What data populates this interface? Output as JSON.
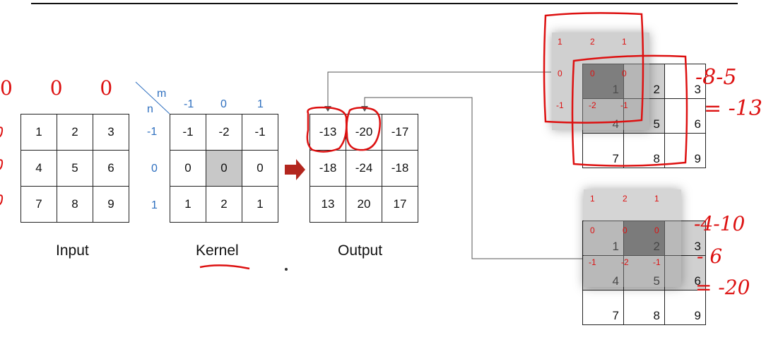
{
  "input": {
    "caption": "Input",
    "cells": [
      [
        "1",
        "2",
        "3"
      ],
      [
        "4",
        "5",
        "6"
      ],
      [
        "7",
        "8",
        "9"
      ]
    ]
  },
  "kernel": {
    "caption": "Kernel",
    "cells": [
      [
        "-1",
        "-2",
        "-1"
      ],
      [
        "0",
        "0",
        "0"
      ],
      [
        "1",
        "2",
        "1"
      ]
    ],
    "m_label": "m",
    "n_label": "n",
    "m_values": [
      "-1",
      "0",
      "1"
    ],
    "n_values": [
      "-1",
      "0",
      "1"
    ]
  },
  "output": {
    "caption": "Output",
    "cells": [
      [
        "-13",
        "-20",
        "-17"
      ],
      [
        "-18",
        "-24",
        "-18"
      ],
      [
        "13",
        "20",
        "17"
      ]
    ]
  },
  "example_top": {
    "kernel_values": [
      [
        "1",
        "2",
        "1"
      ],
      [
        "0",
        "0",
        "0"
      ],
      [
        "-1",
        "-2",
        "-1"
      ]
    ],
    "input_values": [
      [
        "1",
        "2",
        "3"
      ],
      [
        "4",
        "5",
        "6"
      ],
      [
        "7",
        "8",
        "9"
      ]
    ]
  },
  "example_bottom": {
    "kernel_values": [
      [
        "1",
        "2",
        "1"
      ],
      [
        "0",
        "0",
        "0"
      ],
      [
        "-1",
        "-2",
        "-1"
      ]
    ],
    "input_values": [
      [
        "1",
        "2",
        "3"
      ],
      [
        "4",
        "5",
        "6"
      ],
      [
        "7",
        "8",
        "9"
      ]
    ]
  },
  "handwritten": {
    "top_line1": "-8-5",
    "top_line2": "= -13",
    "bottom_line1": "-4-10",
    "bottom_line2": "- 6",
    "bottom_line3": "= -20",
    "left_zeros": "0   0   0"
  },
  "colors": {
    "accent_blue": "#2e6fbf",
    "red": "#d11111",
    "arrow": "#b3261e",
    "gray_fill": "#c8c8c8"
  }
}
